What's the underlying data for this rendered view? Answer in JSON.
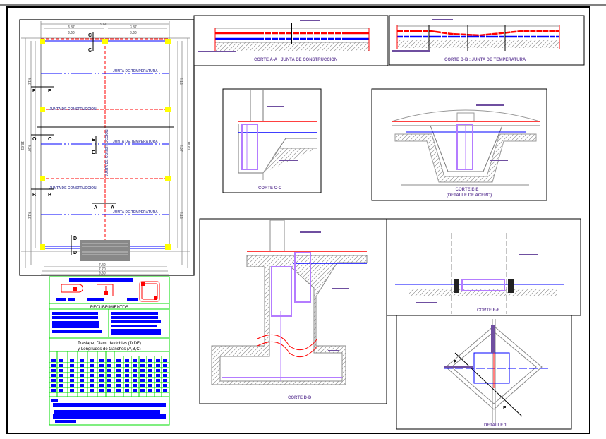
{
  "plan": {
    "dims_top": [
      "9.60",
      "3.87",
      "3.87",
      "3.60",
      "3.60"
    ],
    "dims_bottom": [
      "7.40",
      "7.70",
      "9.60"
    ],
    "dims_side": [
      "4.12",
      "4.12",
      "4.97",
      "4.97",
      "4.12",
      "4.12",
      "18.81",
      "18.81"
    ],
    "joint_temperature": "JUNTA DE TEMPERATURA",
    "joint_construction": "JUNTA DE CONSTRUCCION",
    "section_marks": [
      "C",
      "C",
      "F",
      "F",
      "O",
      "O",
      "B",
      "B",
      "E",
      "E",
      "A",
      "A",
      "D",
      "D"
    ]
  },
  "table": {
    "coverings_title": "RECUBRIMIENTOS",
    "splice_title_line1": "Traslape, Diam. de dobles (D,DE)",
    "splice_title_line2": "y Longitudes de Ganchos (A,B,C)"
  },
  "sections": {
    "aa": "CORTE A-A : JUNTA DE CONSTRUCCION",
    "bb": "CORTE B-B : JUNTA DE TEMPERATURA",
    "cc": "CORTE C-C",
    "ee_line1": "CORTE E-E",
    "ee_line2": "(DETALLE DE ACERO)",
    "dd": "CORTE D-D",
    "ff": "CORTE F-F",
    "detail1": "DETALLE 1",
    "detail_mark": "F"
  },
  "colors": {
    "frame": "#000000",
    "top_steel": "#ff0000",
    "bottom_steel": "#0000ff",
    "rebar": "#b47cff",
    "label": "#6f4fa0",
    "table_border": "#00dd00",
    "column_marker": "#ffff00",
    "dimension": "#808080"
  }
}
